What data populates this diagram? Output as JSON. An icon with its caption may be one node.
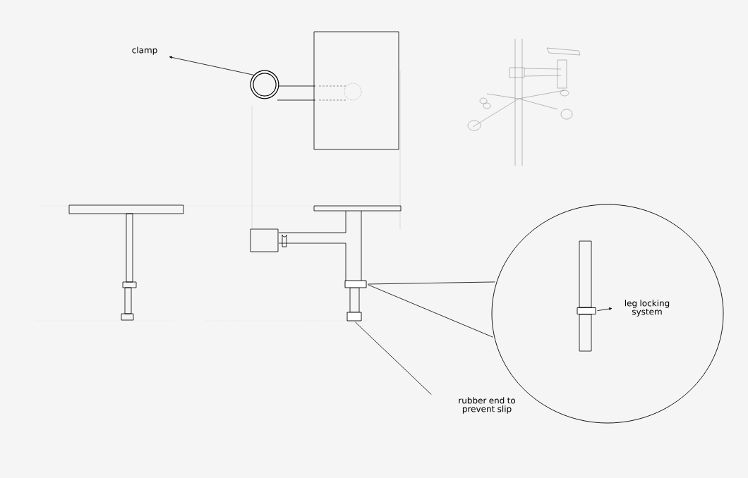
{
  "diagram": {
    "nodes": [
      {
        "text": [
          "clamp"
        ]
      },
      {
        "text": [],
        "shape": "circle"
      },
      {
        "text": [],
        "shape": "box"
      },
      {
        "text": [],
        "shape": "circle"
      },
      {
        "text": [],
        "shape": "box",
        "in": 3
      },
      {
        "text": [
          "leg locking system"
        ],
        "in": 3
      },
      {
        "text": [],
        "shape": "box"
      },
      {
        "text": [
          "rubber end to prevent slip"
        ]
      }
    ],
    "edges": [
      {
        "from": 1,
        "to": 0,
        "arrow": "to"
      },
      {
        "from": 2,
        "to": 3,
        "arrow": "none"
      },
      {
        "from": 2,
        "to": 3,
        "arrow": "none"
      },
      {
        "from": 4,
        "to": 5,
        "arrow": "to"
      },
      {
        "from": 7,
        "to": 6,
        "arrow": "none"
      }
    ]
  }
}
